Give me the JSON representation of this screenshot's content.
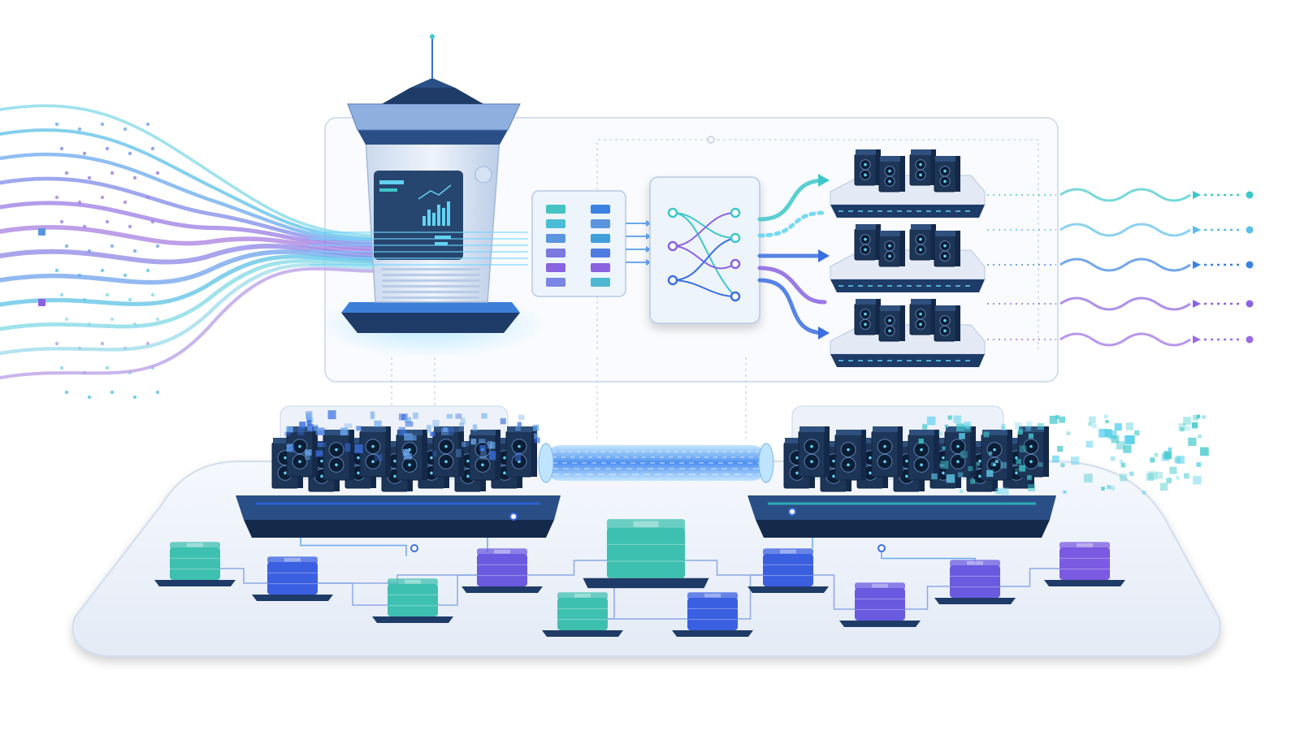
{
  "colors": {
    "teal": "#3ec7c9",
    "cyan": "#62d2f0",
    "blue": "#3b6fe0",
    "violet": "#8a63e0",
    "navy": "#1f3b67",
    "dark_navy": "#142a4b",
    "panel_border": "#c9d6ea",
    "platform": "#eef2f9"
  },
  "icons": {
    "gateway": "tower-server-icon",
    "queue": "request-queue-icon",
    "router": "load-router-icon",
    "gpu_node": "gpu-server-icon",
    "cluster": "gpu-cluster-icon",
    "link": "interconnect-icon",
    "storage": "storage-block-icon"
  },
  "incoming_streams": {
    "count": 12,
    "colors": [
      "#7fd8e6",
      "#5bbfe8",
      "#6aa8ee",
      "#7f8be8",
      "#9b7be4",
      "#a87fe0",
      "#8e86e6",
      "#6fa2ec",
      "#5cc2e4",
      "#7fd8e6",
      "#9bdbe9",
      "#b79ce6"
    ]
  },
  "queue_rows": {
    "left_colors": [
      "#46c4c4",
      "#4bbcd6",
      "#5b95e0",
      "#7b78e0",
      "#8a63e0",
      "#7a86e4"
    ],
    "right_colors": [
      "#3b82e0",
      "#5b95e0",
      "#3f9fd8",
      "#4f7be0",
      "#8a63e0",
      "#4db8d2"
    ]
  },
  "router_ports": {
    "inputs": [
      "#3ec7c9",
      "#8a63e0",
      "#3b6fe0"
    ],
    "outputs": [
      "#3ec7c9",
      "#3ec7c9",
      "#8a63e0",
      "#3b6fe0"
    ]
  },
  "gpu_nodes": {
    "count": 3,
    "fans_per_unit": 2,
    "units_per_node": 4
  },
  "outgoing_streams": {
    "colors": [
      "#3ec7c9",
      "#5bbfe8",
      "#3b82e0",
      "#8a63e0",
      "#9b6be4"
    ]
  },
  "clusters": [
    {
      "name_icon": "gpu-cluster-icon",
      "tint": "#2f62d8"
    },
    {
      "name_icon": "gpu-cluster-icon",
      "tint": "#2fb3b8"
    }
  ],
  "storage_blocks": [
    {
      "tint": "#3ec0b0"
    },
    {
      "tint": "#3a5fe0"
    },
    {
      "tint": "#3ec0b0"
    },
    {
      "tint": "#6a5ae0"
    },
    {
      "tint": "#3ec0b0"
    },
    {
      "tint": "#3ec0b0"
    },
    {
      "tint": "#3a5fe0"
    },
    {
      "tint": "#3a5fe0"
    },
    {
      "tint": "#6a5ae0"
    },
    {
      "tint": "#6a5ae0"
    },
    {
      "tint": "#7a5ae0"
    }
  ]
}
